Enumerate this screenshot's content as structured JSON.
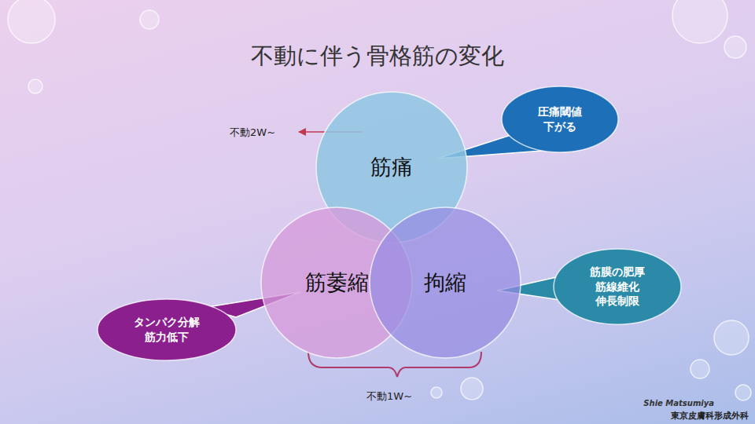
{
  "diagram": {
    "title": "不動に伴う骨格筋の変化",
    "nodes": [
      {
        "text": [
          "筋痛"
        ]
      },
      {
        "text": [
          "圧痛閾値 下がる"
        ]
      },
      {
        "text": [
          "筋萎縮"
        ]
      },
      {
        "text": [
          "拘縮"
        ]
      },
      {
        "text": [
          "筋膜の肥厚 筋線維化 伸長制限"
        ]
      },
      {
        "text": [
          "タンパク分解 筋力低下"
        ]
      }
    ],
    "labels": [
      "不動2W~",
      "不動1W~",
      "Shie Matsumiya",
      "東京皮膚科形成外科"
    ]
  }
}
